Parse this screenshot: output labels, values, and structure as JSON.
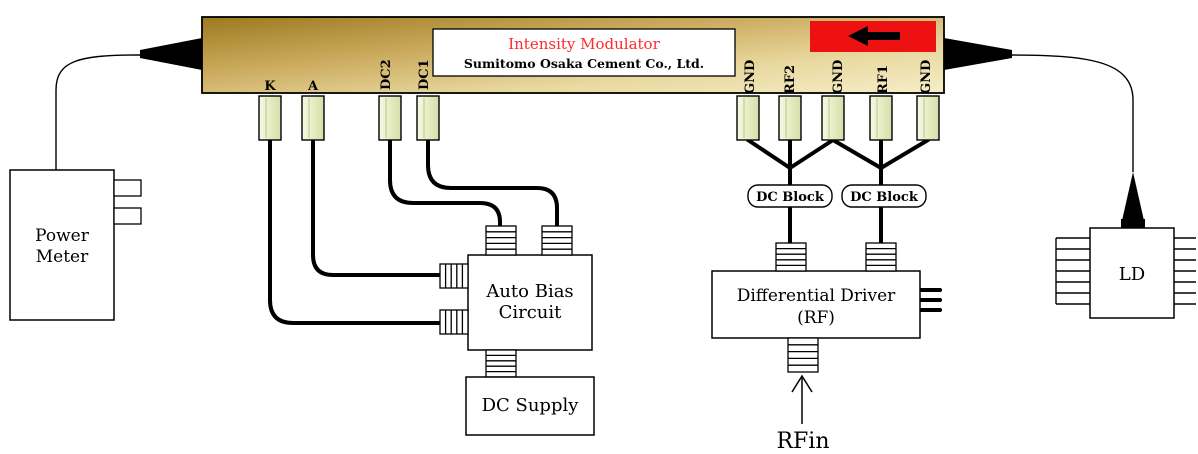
{
  "modulator": {
    "title": "Intensity Modulator",
    "maker": "Sumitomo Osaka Cement Co., Ltd.",
    "pins": [
      "K",
      "A",
      "DC2",
      "DC1",
      "GND",
      "RF2",
      "GND",
      "RF1",
      "GND"
    ]
  },
  "power_meter": {
    "label_line1": "Power",
    "label_line2": "Meter"
  },
  "auto_bias": {
    "label_line1": "Auto Bias",
    "label_line2": "Circuit"
  },
  "dc_supply": {
    "label": "DC Supply"
  },
  "dc_block_1": {
    "label": "DC Block"
  },
  "dc_block_2": {
    "label": "DC Block"
  },
  "driver": {
    "label_line1": "Differential Driver",
    "label_line2": "(RF)"
  },
  "rf_input": {
    "label": "RFin"
  },
  "laser": {
    "label": "LD"
  },
  "colors": {
    "modulator_gradient_start": "#9c7a1f",
    "modulator_gradient_mid": "#f2e4a8",
    "direction_indicator": "#ee1111",
    "connector_fill": "#eef2cf"
  },
  "icons": {
    "direction": "arrow-left-icon",
    "rf_input_arrow": "arrow-up-icon"
  }
}
